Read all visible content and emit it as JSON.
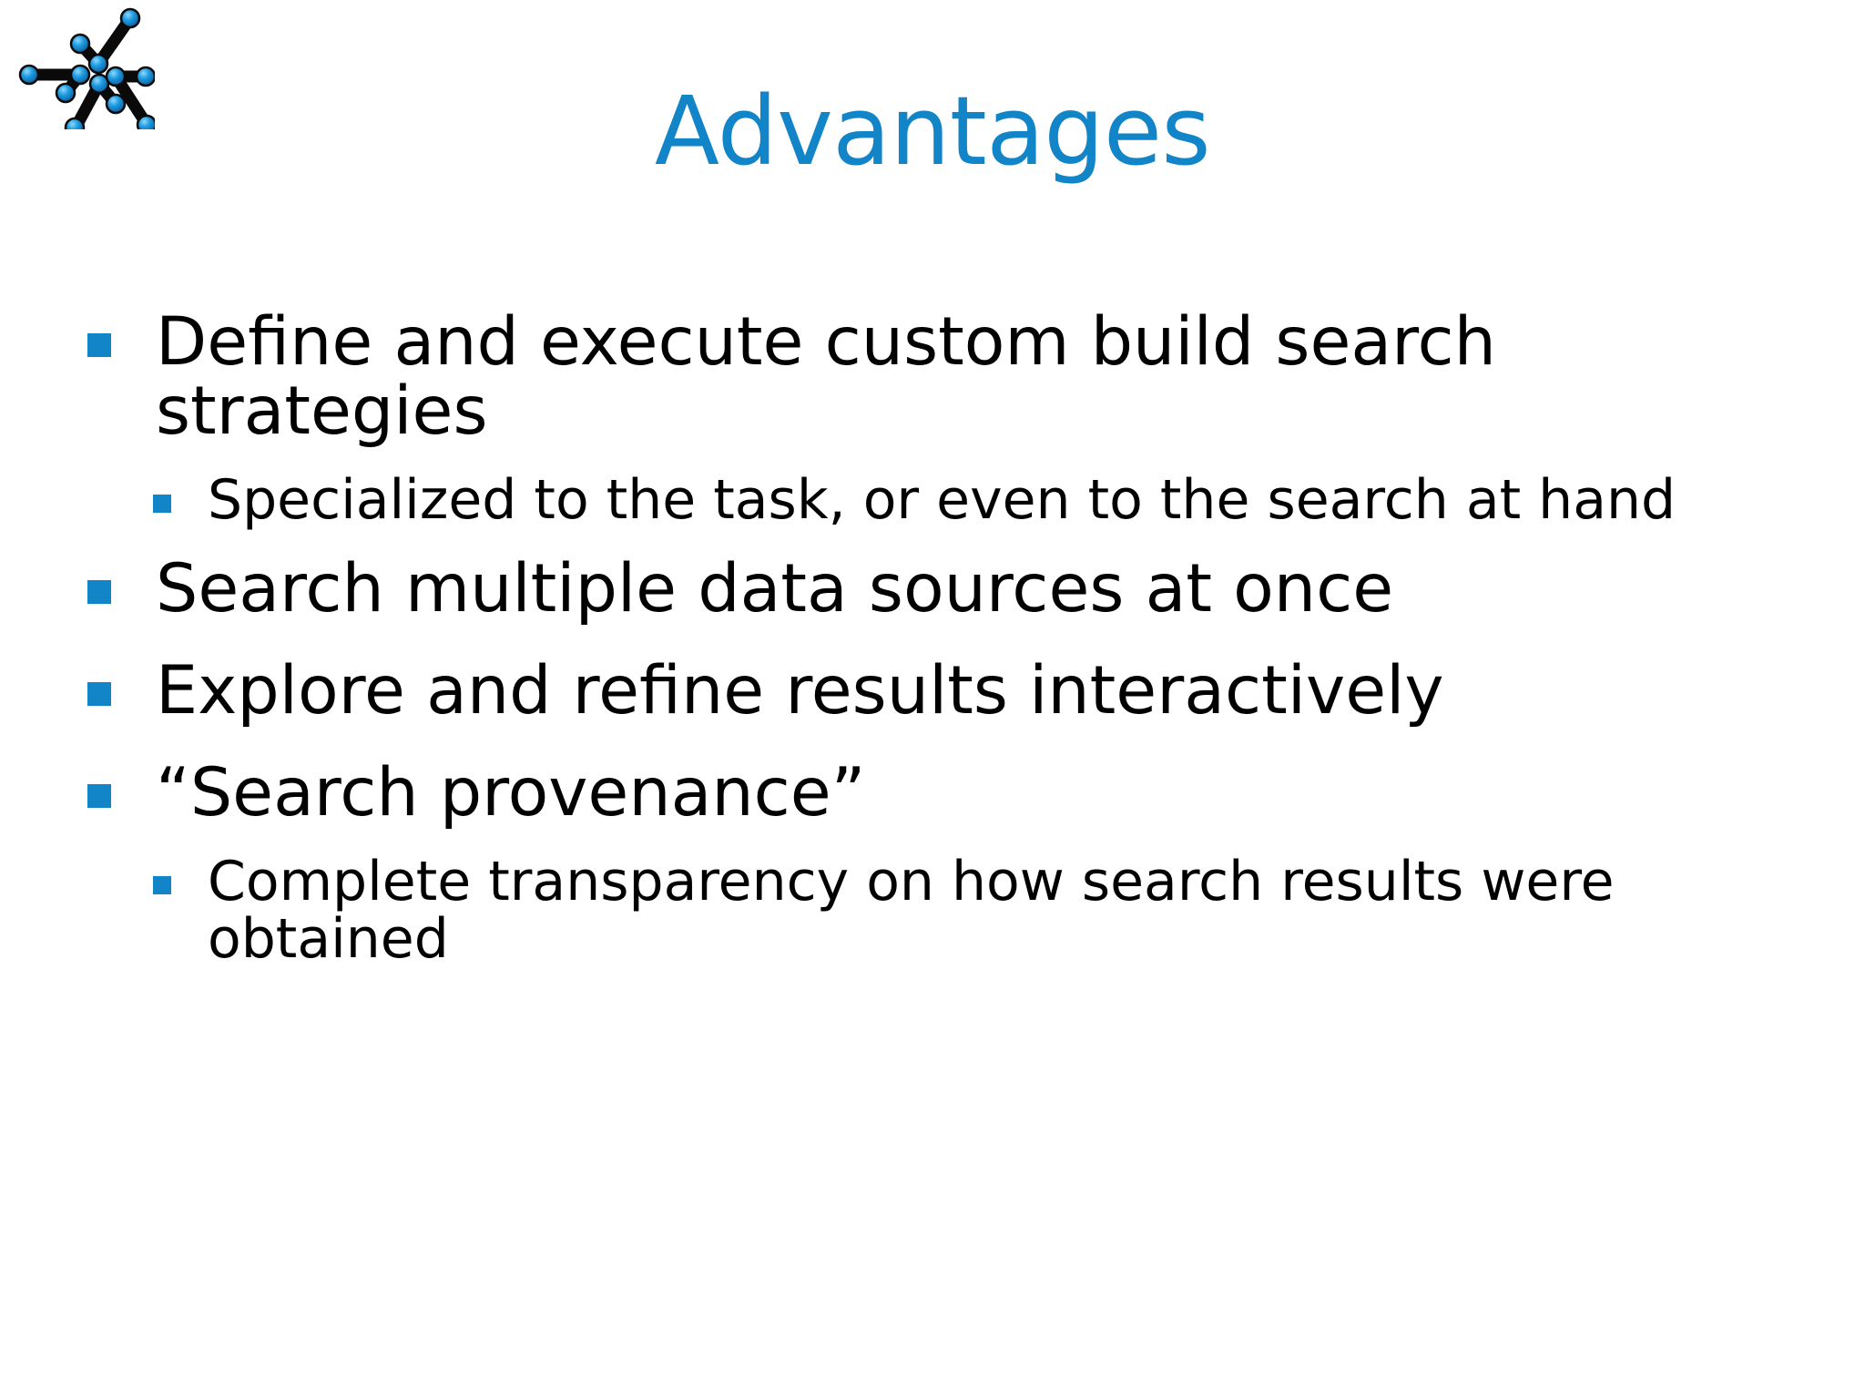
{
  "slide": {
    "title": "Advantages",
    "title_color": "#1285C8",
    "background_color": "#ffffff",
    "body_text_color": "#000000",
    "bullet_marker_color": "#1285C8",
    "logo": {
      "name": "network-star-logo",
      "node_color": "#1B8ED6",
      "edge_color": "#0A0A0A"
    },
    "bullets": [
      {
        "level": 1,
        "text": "Define and execute custom build search strategies",
        "subs": [
          {
            "level": 2,
            "text": "Specialized to the task, or even to the search at hand"
          }
        ]
      },
      {
        "level": 1,
        "text": "Search multiple data sources at once",
        "subs": []
      },
      {
        "level": 1,
        "text": "Explore and refine results interactively",
        "subs": []
      },
      {
        "level": 1,
        "text": "“Search provenance”",
        "subs": [
          {
            "level": 2,
            "text": "Complete transparency on how search results were obtained"
          }
        ]
      }
    ]
  }
}
